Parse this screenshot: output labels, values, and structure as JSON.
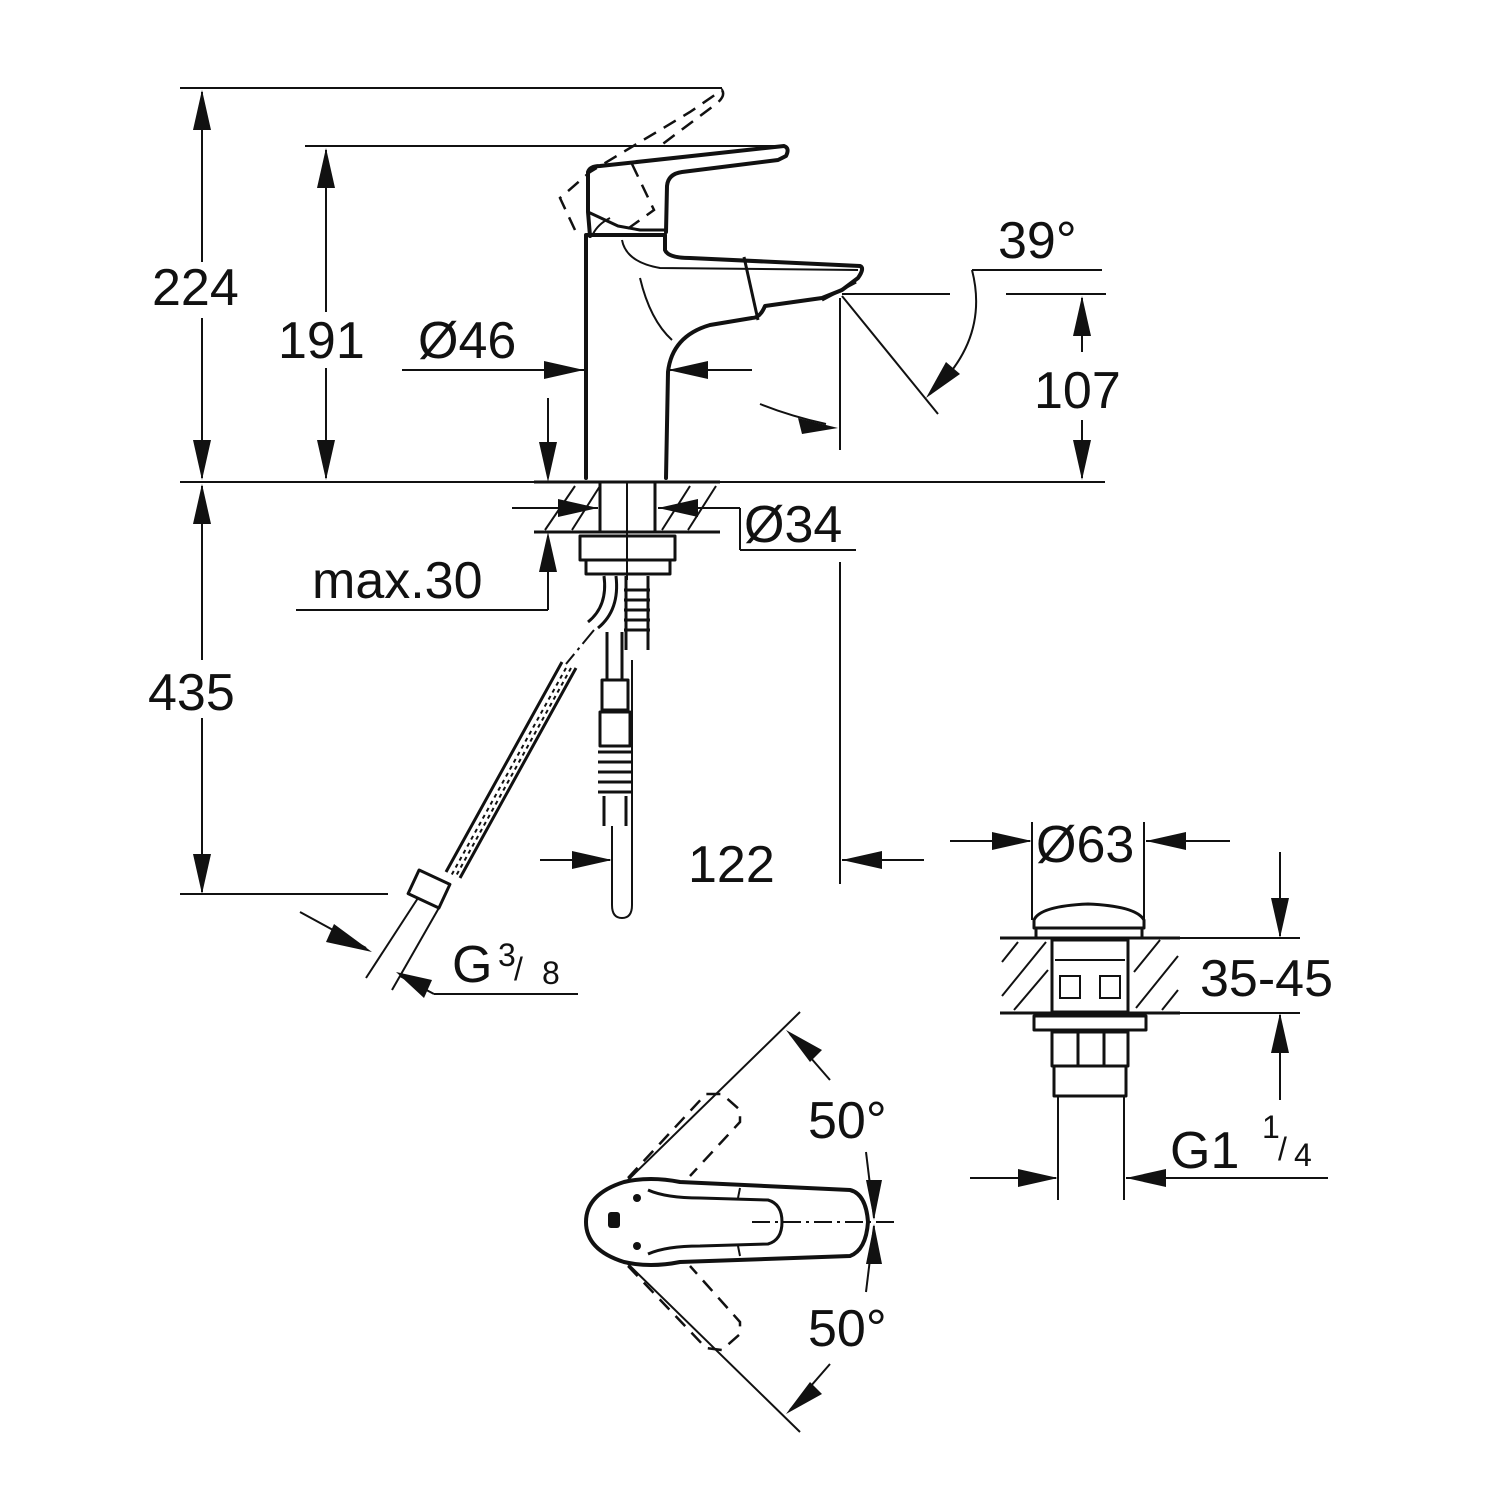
{
  "drawing": {
    "title": "Single-lever basin mixer – dimensional drawing",
    "units": "mm",
    "dimensions": {
      "overall_height_lever_up": "224",
      "spout_top_height": "191",
      "body_diameter": "Ø46",
      "spout_outlet_height": "107",
      "spout_angle": "39°",
      "shank_diameter": "Ø34",
      "max_deck_thickness": "max.30",
      "hose_length": "435",
      "spout_projection": "122",
      "hose_connection_main": "G",
      "hose_connection_num": "3",
      "hose_connection_den": "8",
      "waste_cap_diameter": "Ø63",
      "waste_deck_thickness": "35-45",
      "waste_thread_main": "G1",
      "waste_thread_num": "1",
      "waste_thread_den": "4",
      "lever_rotation_left": "50°",
      "lever_rotation_right": "50°"
    }
  }
}
